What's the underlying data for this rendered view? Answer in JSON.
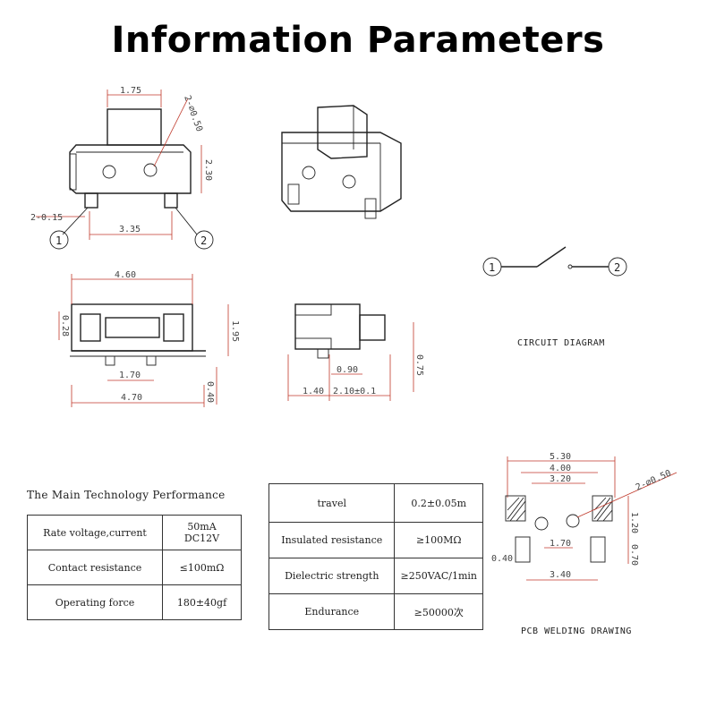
{
  "title": "Information Parameters",
  "top_view": {
    "dims": {
      "d1": "1.75",
      "d2": "2-∅0.50",
      "d3": "2.30",
      "d4": "2-0.15",
      "d5": "3.35"
    },
    "pins": [
      "1",
      "2"
    ]
  },
  "front_view": {
    "dims": {
      "d1": "4.60",
      "d2": "0.28",
      "d3": "1.95",
      "d4": "1.70",
      "d5": "4.70",
      "d6": "0.40"
    }
  },
  "side_view": {
    "dims": {
      "d1": "0.90",
      "d2": "1.40",
      "d3": "2.10±0.1",
      "d4": "0.75"
    }
  },
  "circuit": {
    "pins": [
      "1",
      "2"
    ],
    "label": "CIRCUIT DIAGRAM"
  },
  "pcb": {
    "dims": {
      "d1": "5.30",
      "d2": "4.00",
      "d3": "3.20",
      "d4": "1.70",
      "d5": "3.40",
      "d6": "0.40",
      "d7": "2-∅0.50",
      "d8": "1.20",
      "d9": "0.70"
    },
    "label": "PCB WELDING DRAWING"
  },
  "performance": {
    "title": "The Main Technology Performance",
    "left_rows": [
      {
        "name": "Rate voltage,current",
        "value": "50mA DC12V"
      },
      {
        "name": "Contact resistance",
        "value": "≤100mΩ"
      },
      {
        "name": "Operating force",
        "value": "180±40gf"
      }
    ],
    "right_rows": [
      {
        "name": "travel",
        "value": "0.2±0.05m"
      },
      {
        "name": "Insulated resistance",
        "value": "≥100MΩ"
      },
      {
        "name": "Dielectric strength",
        "value": "≥250VAC/1min"
      },
      {
        "name": "Endurance",
        "value": "≥50000次"
      }
    ]
  }
}
